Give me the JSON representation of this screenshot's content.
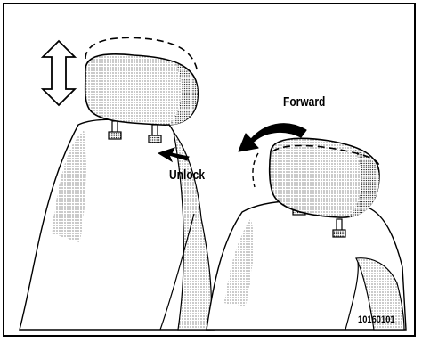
{
  "labels": {
    "forward": "Forward",
    "unlock": "Unlock",
    "figure_code": "10160101"
  },
  "colors": {
    "ink": "#000000",
    "paper": "#ffffff"
  },
  "icons": {
    "adjust_arrow": "up-down-arrow-icon",
    "tilt_arrow": "curved-arrow-icon",
    "release_arrow": "arrow-left-icon"
  }
}
